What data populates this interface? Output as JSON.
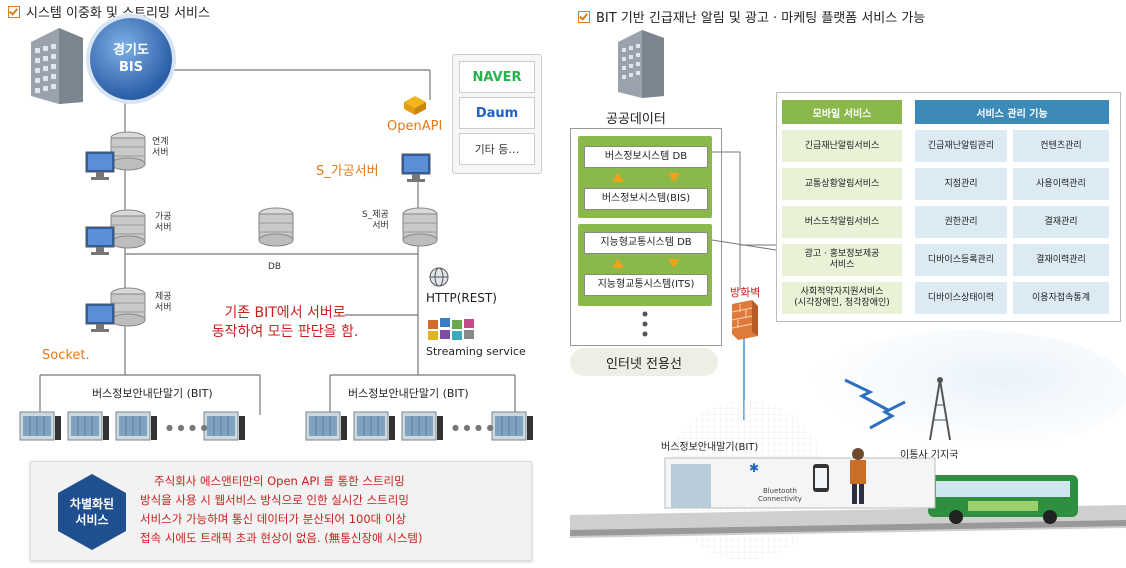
{
  "left": {
    "heading": "시스템 이중화 및 스트리밍 서비스",
    "bis_label": "경기도\nBIS",
    "servers": {
      "link": "연계\n서버",
      "process": "가공\n서버",
      "provide": "제공\n서버",
      "s_provide": "S_제공\n서버",
      "db": "DB"
    },
    "openapi": "OpenAPI",
    "s_server": "S_가공서버",
    "partners": [
      "NAVER",
      "Daum",
      "기타 등…"
    ],
    "note": "기존 BIT에서 서버로\n동작하여 모든 판단을 함.",
    "http": "HTTP(REST)",
    "streaming": "Streaming service",
    "socket": "Socket.",
    "bit_label_1": "버스정보안내단말기 (BIT)",
    "bit_label_2": "버스정보안내단말기 (BIT)",
    "dots": "● ● ● ●",
    "badge": "차별화된\n서비스",
    "desc": [
      "주식회사 에스앤티만의 Open API 를 통한 스트리밍",
      "방식을 사용 시 웹서비스 방식으로 인한 실시간 스트리밍",
      "서비스가 가능하며 통신 데이터가 분산되어 100대 이상",
      "접속 시에도 트래픽 초과 현상이 없음. (無통신장애 시스템)"
    ]
  },
  "right": {
    "heading": "BIT 기반 긴급재난 알림 및 광고 · 마케팅 플랫폼 서비스 가능",
    "public_data": "공공데이터",
    "db_items": [
      "버스정보시스템 DB",
      "버스정보시스템(BIS)",
      "지능형교통시스템 DB",
      "지능형교통시스템(ITS)"
    ],
    "internet": "인터넷 전용선",
    "firewall": "방화벽",
    "mobile_header": "모바일 서비스",
    "mgmt_header": "서비스 관리 기능",
    "mobile_services": [
      "긴급재난알림서비스",
      "교통상황알림서비스",
      "버스도착알림서비스",
      "광고 · 홍보정보제공\n서비스",
      "사회적약자지원서비스\n(시각장애인, 청각장애인)"
    ],
    "mgmt_col1": [
      "긴급재난알림관리",
      "지점관리",
      "권한관리",
      "디바이스등록관리",
      "디바이스상태이력"
    ],
    "mgmt_col2": [
      "컨텐츠관리",
      "사용이력관리",
      "결재관리",
      "결재이력관리",
      "이용자접속통계"
    ],
    "bit_label": "버스정보안내말기(BIT)",
    "bluetooth": "Bluetooth\nConnectivity",
    "tower": "이통사 기지국"
  },
  "colors": {
    "orange": "#e27a1a",
    "red": "#c8201e",
    "green": "#8bb84a",
    "blue": "#3b8ab8",
    "badge": "#1f4f8f"
  }
}
